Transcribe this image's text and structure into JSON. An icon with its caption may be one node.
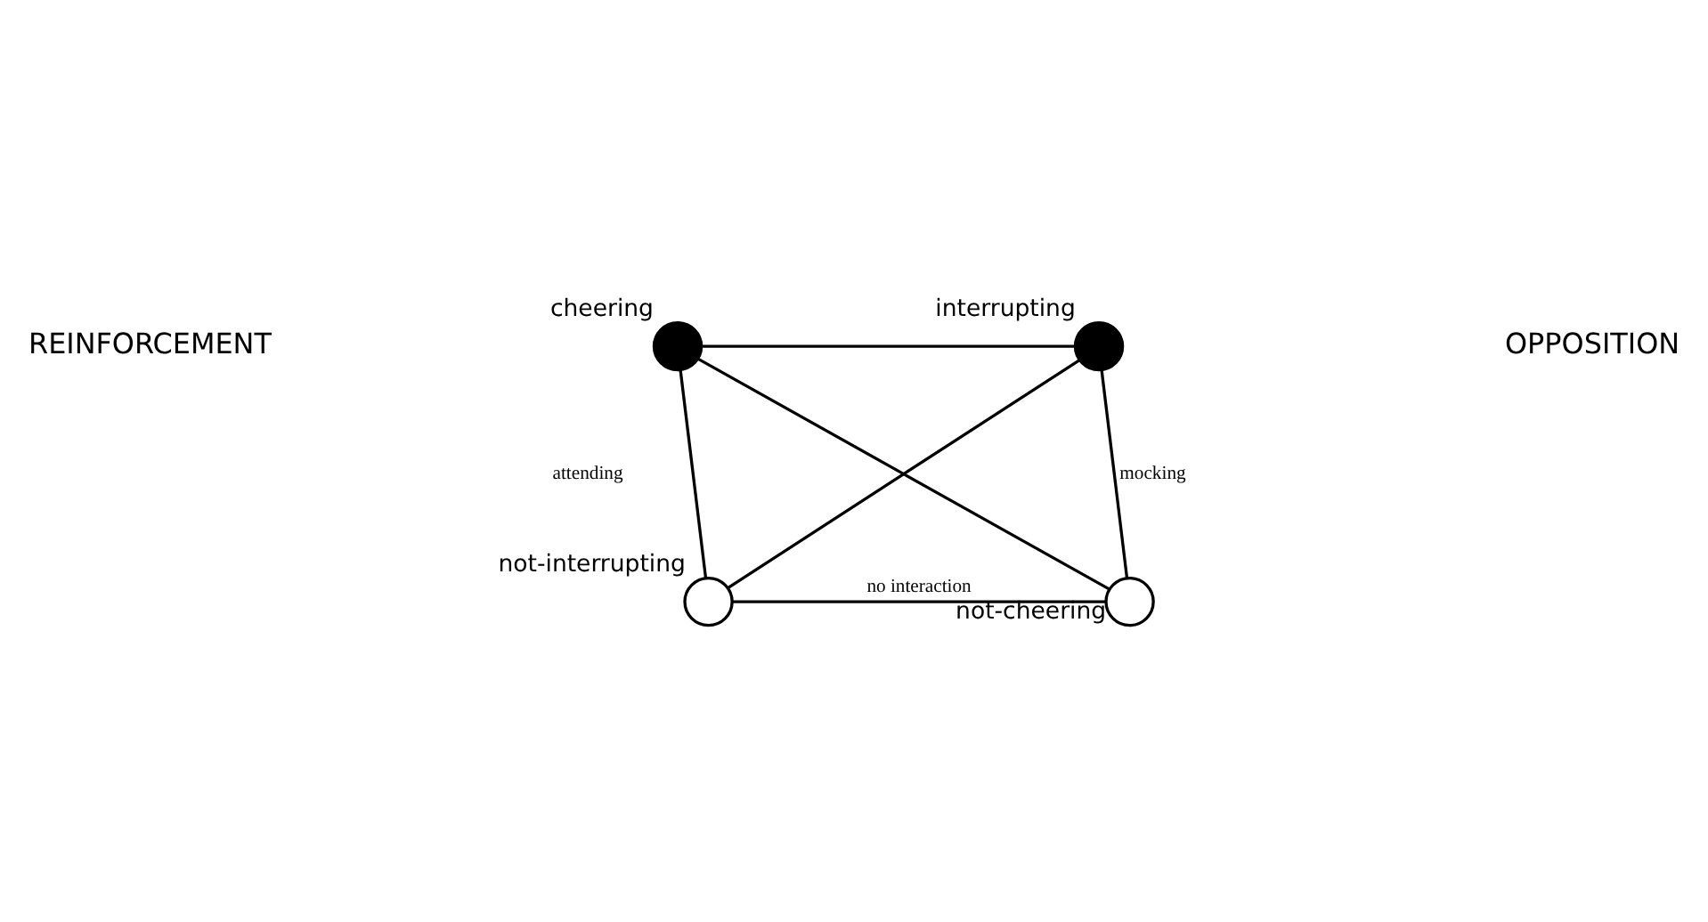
{
  "diagram": {
    "nodes": [
      {
        "text": [],
        "shape": "circle",
        "beside": [
          "cheering"
        ]
      },
      {
        "text": [],
        "shape": "circle",
        "beside": [
          "interrupting"
        ]
      },
      {
        "text": [],
        "shape": "circle",
        "beside": [
          "not-interrupting"
        ]
      },
      {
        "text": [],
        "shape": "circle",
        "beside": [
          "not-cheering"
        ]
      }
    ],
    "edges": [
      {
        "from": 0,
        "to": 1,
        "arrow": "none"
      },
      {
        "from": 0,
        "to": 2,
        "arrow": "none",
        "label": "attending"
      },
      {
        "from": 1,
        "to": 3,
        "arrow": "none",
        "label": "mocking"
      },
      {
        "from": 0,
        "to": 3,
        "arrow": "none"
      },
      {
        "from": 1,
        "to": 2,
        "arrow": "none"
      },
      {
        "from": 2,
        "to": 3,
        "arrow": "none",
        "label": "no interaction"
      }
    ],
    "labels": [
      "REINFORCEMENT",
      "OPPOSITION"
    ]
  }
}
